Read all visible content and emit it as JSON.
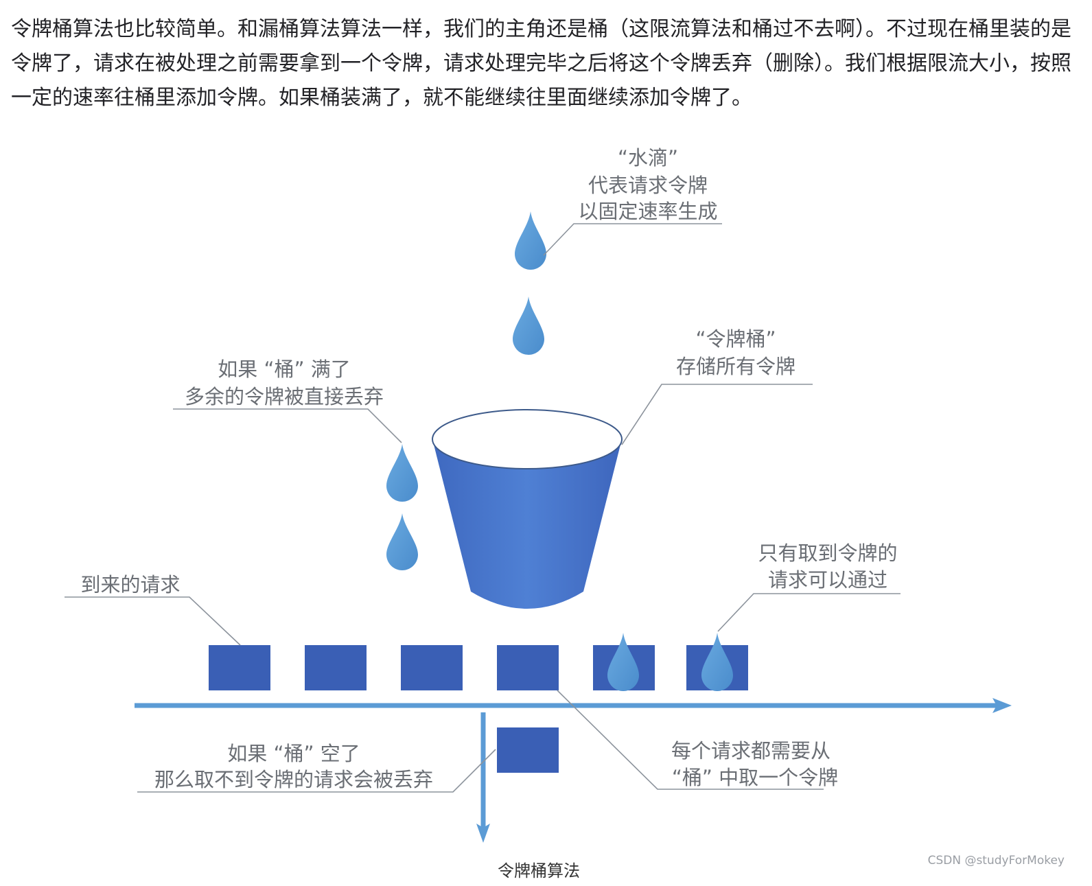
{
  "intro_text": "令牌桶算法也比较简单。和漏桶算法算法一样，我们的主角还是桶（这限流算法和桶过不去啊）。不过现在桶里装的是令牌了，请求在被处理之前需要拿到一个令牌，请求处理完毕之后将这个令牌丢弃（删除）。我们根据限流大小，按照一定的速率往桶里添加令牌。如果桶装满了，就不能继续往里面继续添加令牌了。",
  "diagram": {
    "labels": {
      "drop": [
        "“水滴”",
        "代表请求令牌",
        "以固定速率生成"
      ],
      "bucket": [
        "“令牌桶”",
        "存储所有令牌"
      ],
      "overflow": [
        "如果 “桶” 满了",
        "多余的令牌被直接丢弃"
      ],
      "incoming": [
        "到来的请求"
      ],
      "pass": [
        "只有取到令牌的",
        "请求可以通过"
      ],
      "empty": [
        "如果 “桶” 空了",
        "那么取不到令牌的请求会被丢弃"
      ],
      "each": [
        "每个请求都需要从",
        "“桶” 中取一个令牌"
      ]
    },
    "caption": "令牌桶算法",
    "colors": {
      "token": "#5b9bd5",
      "request": "#3a5fb5",
      "bucket": "#4472c4",
      "arrow": "#5b9bd5"
    }
  },
  "watermark": "CSDN @studyForMokey"
}
